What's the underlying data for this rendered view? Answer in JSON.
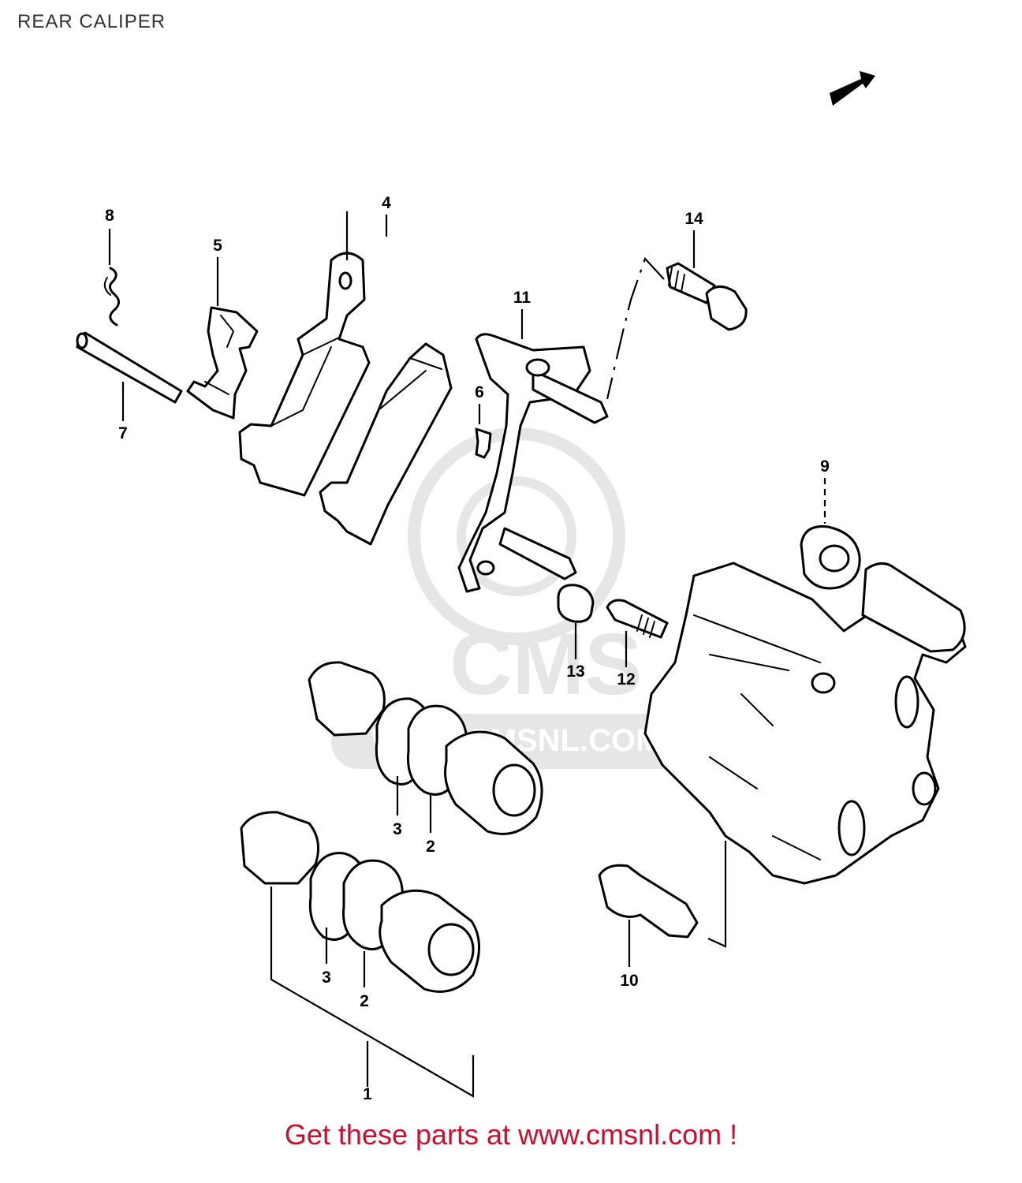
{
  "title": "REAR CALIPER",
  "footer": "Get these parts at www.cmsnl.com !",
  "watermark": {
    "logo": "CMS",
    "url": "WWW.CMSNL.COM"
  },
  "colors": {
    "footer": "#c8102e",
    "title": "#333333",
    "watermark": "#777777"
  },
  "icons": {
    "front_arrow": "front-direction-arrow-icon"
  },
  "callouts": [
    {
      "id": "c1",
      "text": "1"
    },
    {
      "id": "c2a",
      "text": "2"
    },
    {
      "id": "c2b",
      "text": "2"
    },
    {
      "id": "c3a",
      "text": "3"
    },
    {
      "id": "c3b",
      "text": "3"
    },
    {
      "id": "c4",
      "text": "4"
    },
    {
      "id": "c5",
      "text": "5"
    },
    {
      "id": "c6",
      "text": "6"
    },
    {
      "id": "c7",
      "text": "7"
    },
    {
      "id": "c8",
      "text": "8"
    },
    {
      "id": "c9",
      "text": "9"
    },
    {
      "id": "c10",
      "text": "10"
    },
    {
      "id": "c11",
      "text": "11"
    },
    {
      "id": "c12",
      "text": "12"
    },
    {
      "id": "c13",
      "text": "13"
    },
    {
      "id": "c14",
      "text": "14"
    }
  ]
}
